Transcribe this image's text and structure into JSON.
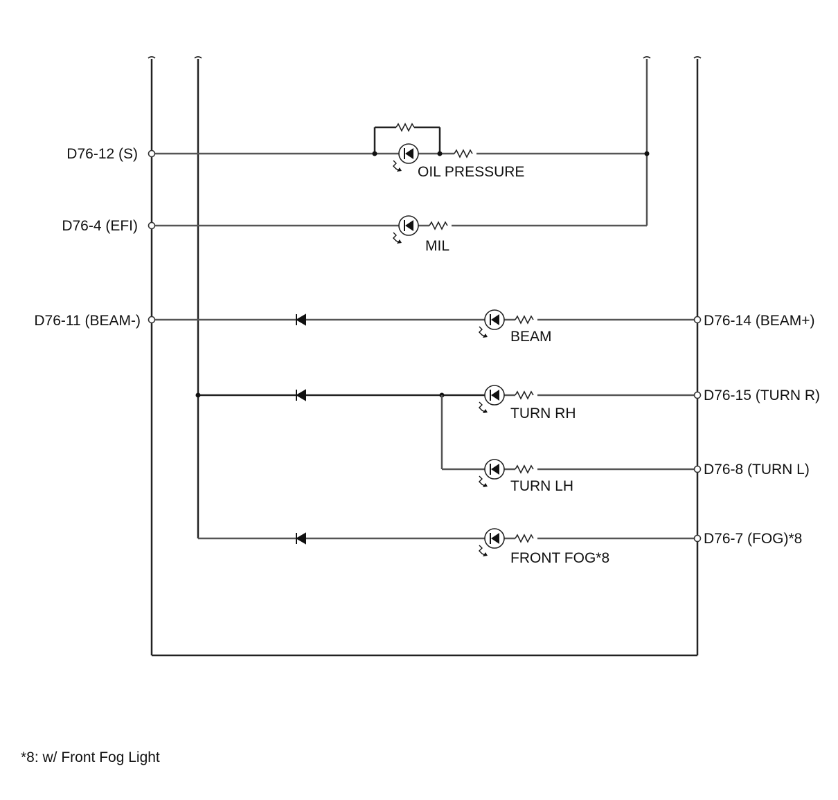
{
  "terminals_left": {
    "s": "D76-12 (S)",
    "efi": "D76-4 (EFI)",
    "beam_minus": "D76-11 (BEAM-)"
  },
  "terminals_right": {
    "beam_plus": "D76-14 (BEAM+)",
    "turn_r": "D76-15 (TURN R)",
    "turn_l": "D76-8 (TURN L)",
    "fog": "D76-7 (FOG)*8"
  },
  "indicators": {
    "oil_pressure": "OIL PRESSURE",
    "mil": "MIL",
    "beam": "BEAM",
    "turn_rh": "TURN RH",
    "turn_lh": "TURN LH",
    "front_fog": "FRONT FOG*8"
  },
  "footnote": "*8: w/ Front Fog Light"
}
